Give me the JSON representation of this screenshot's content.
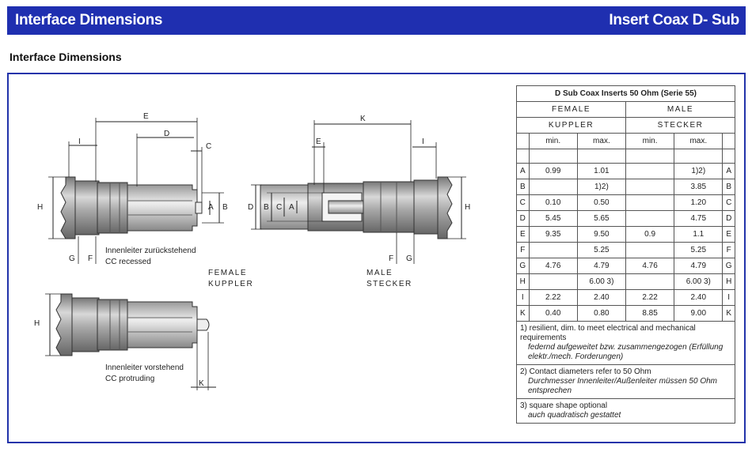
{
  "header": {
    "left_title": "Interface Dimensions",
    "right_title": "Insert Coax D- Sub"
  },
  "section_title": "Interface Dimensions",
  "drawing_labels": {
    "dim_E": "E",
    "dim_D": "D",
    "dim_C": "C",
    "dim_I": "I",
    "dim_H": "H",
    "dim_G": "G",
    "dim_F": "F",
    "dim_A": "A",
    "dim_B": "B",
    "dim_K": "K",
    "female_note_de": "Innenleiter zurückstehend",
    "female_note_en": "CC recessed",
    "female_label_en": "FEMALE",
    "female_label_de": "KUPPLER",
    "male_label_en": "MALE",
    "male_label_de": "STECKER",
    "protrude_note_de": "Innenleiter vorstehend",
    "protrude_note_en": "CC protruding"
  },
  "table": {
    "title": "D Sub Coax Inserts 50 Ohm (Serie 55)",
    "female_en": "FEMALE",
    "female_de": "KUPPLER",
    "male_en": "MALE",
    "male_de": "STECKER",
    "col_min": "min.",
    "col_max": "max.",
    "rows": [
      {
        "letter": "A",
        "f_min": "0.99",
        "f_max": "1.01",
        "m_min": "",
        "m_max": "1)2)"
      },
      {
        "letter": "B",
        "f_min": "",
        "f_max": "1)2)",
        "m_min": "",
        "m_max": "3.85"
      },
      {
        "letter": "C",
        "f_min": "0.10",
        "f_max": "0.50",
        "m_min": "",
        "m_max": "1.20"
      },
      {
        "letter": "D",
        "f_min": "5.45",
        "f_max": "5.65",
        "m_min": "",
        "m_max": "4.75"
      },
      {
        "letter": "E",
        "f_min": "9.35",
        "f_max": "9.50",
        "m_min": "0.9",
        "m_max": "1.1"
      },
      {
        "letter": "F",
        "f_min": "",
        "f_max": "5.25",
        "m_min": "",
        "m_max": "5.25"
      },
      {
        "letter": "G",
        "f_min": "4.76",
        "f_max": "4.79",
        "m_min": "4.76",
        "m_max": "4.79"
      },
      {
        "letter": "H",
        "f_min": "",
        "f_max": "6.00 3)",
        "m_min": "",
        "m_max": "6.00 3)"
      },
      {
        "letter": "I",
        "f_min": "2.22",
        "f_max": "2.40",
        "m_min": "2.22",
        "m_max": "2.40"
      },
      {
        "letter": "K",
        "f_min": "0.40",
        "f_max": "0.80",
        "m_min": "8.85",
        "m_max": "9.00"
      }
    ],
    "notes": [
      {
        "en": "1) resilient, dim. to meet electrical and mechanical requirements",
        "de": "federnd aufgeweitet bzw. zusammengezogen (Erfüllung elektr./mech. Forderungen)"
      },
      {
        "en": "2) Contact diameters refer to 50 Ohm",
        "de": "Durchmesser Innenleiter/Außenleiter müssen 50 Ohm entsprechen"
      },
      {
        "en": "3) square shape optional",
        "de": "auch quadratisch gestattet"
      }
    ]
  }
}
